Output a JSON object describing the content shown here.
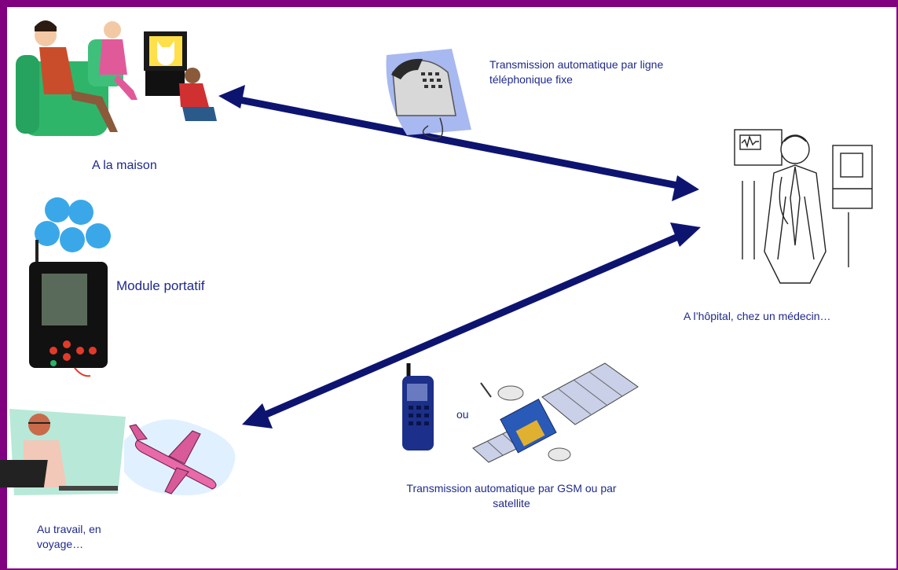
{
  "colors": {
    "frame": "#800080",
    "arrow": "#0d1470",
    "text": "#1f2a8a"
  },
  "labels": {
    "home": "A la maison",
    "module": "Module portatif",
    "hospital": "A l’hôpital, chez un médecin…",
    "work_line1": "Au travail, en",
    "work_line2": "voyage…",
    "phone_line1": "Transmission  automatique par ligne",
    "phone_line2": "téléphonique fixe",
    "or": "ou",
    "gsm_line1": "Transmission automatique par GSM ou par",
    "gsm_line2": "satellite"
  },
  "icons": {
    "home": "family-watching-tv-icon",
    "phone": "landline-telephone-icon",
    "doctor": "doctor-in-hospital-icon",
    "module": "portable-monitor-device-icon",
    "mobile": "mobile-phone-icon",
    "satellite": "satellite-icon",
    "work": "person-at-laptop-icon",
    "plane": "airplane-icon"
  }
}
